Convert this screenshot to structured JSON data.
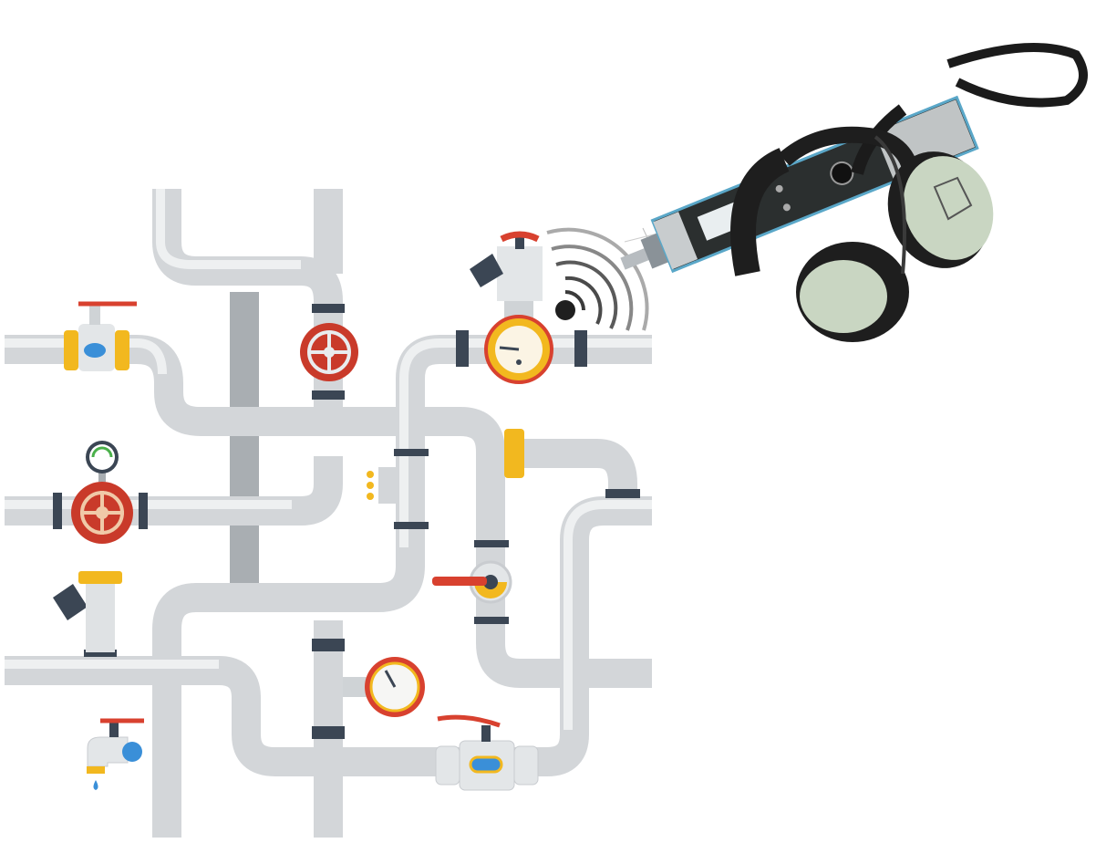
{
  "colors": {
    "pipe": "#d3d6d9",
    "pipe_highlight": "#eef0f1",
    "band": "#3b4654",
    "valve_red": "#d8412f",
    "fitting_gold": "#f2b81f",
    "device_body": "#2b2f2f",
    "headphone_green": "#c9d6c2"
  },
  "icons": [
    "pipe-network",
    "valve-wheel",
    "pressure-gauge",
    "sound-waves",
    "leak-detector",
    "headphones",
    "water-tap"
  ]
}
